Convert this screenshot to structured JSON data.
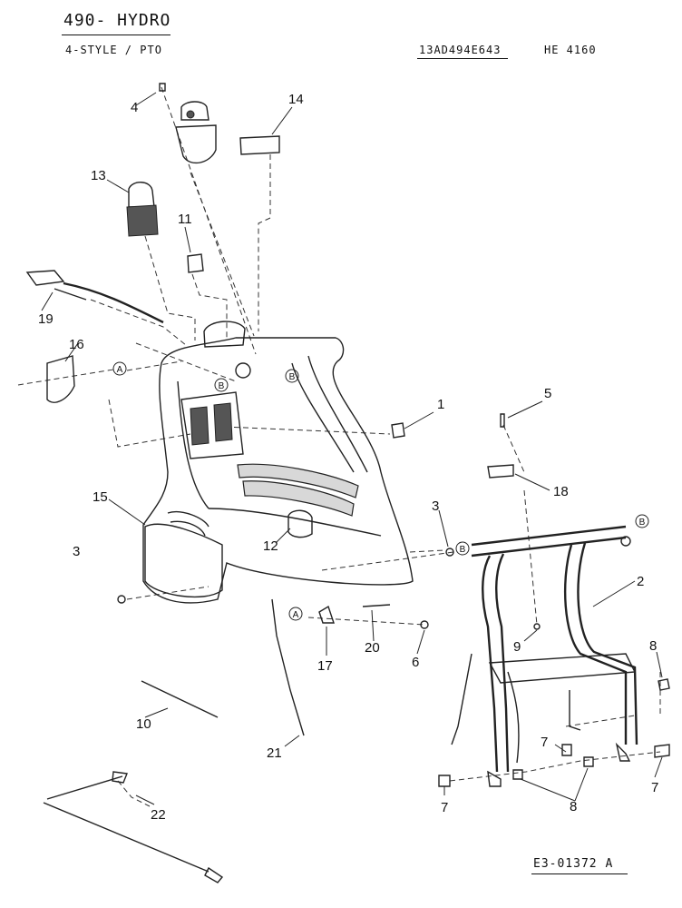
{
  "header": {
    "title": "490- HYDRO",
    "subtitle": "4-STYLE / PTO",
    "model_number": "13AD494E643",
    "code": "HE 4160"
  },
  "footer": {
    "reference": "E3-01372 A"
  },
  "part_labels": [
    "1",
    "2",
    "3",
    "3",
    "4",
    "5",
    "6",
    "7",
    "7",
    "7",
    "8",
    "8",
    "9",
    "10",
    "11",
    "12",
    "13",
    "14",
    "15",
    "16",
    "17",
    "18",
    "19",
    "20",
    "21",
    "22"
  ],
  "callouts": [
    "A",
    "A",
    "B",
    "B",
    "B",
    "B"
  ]
}
